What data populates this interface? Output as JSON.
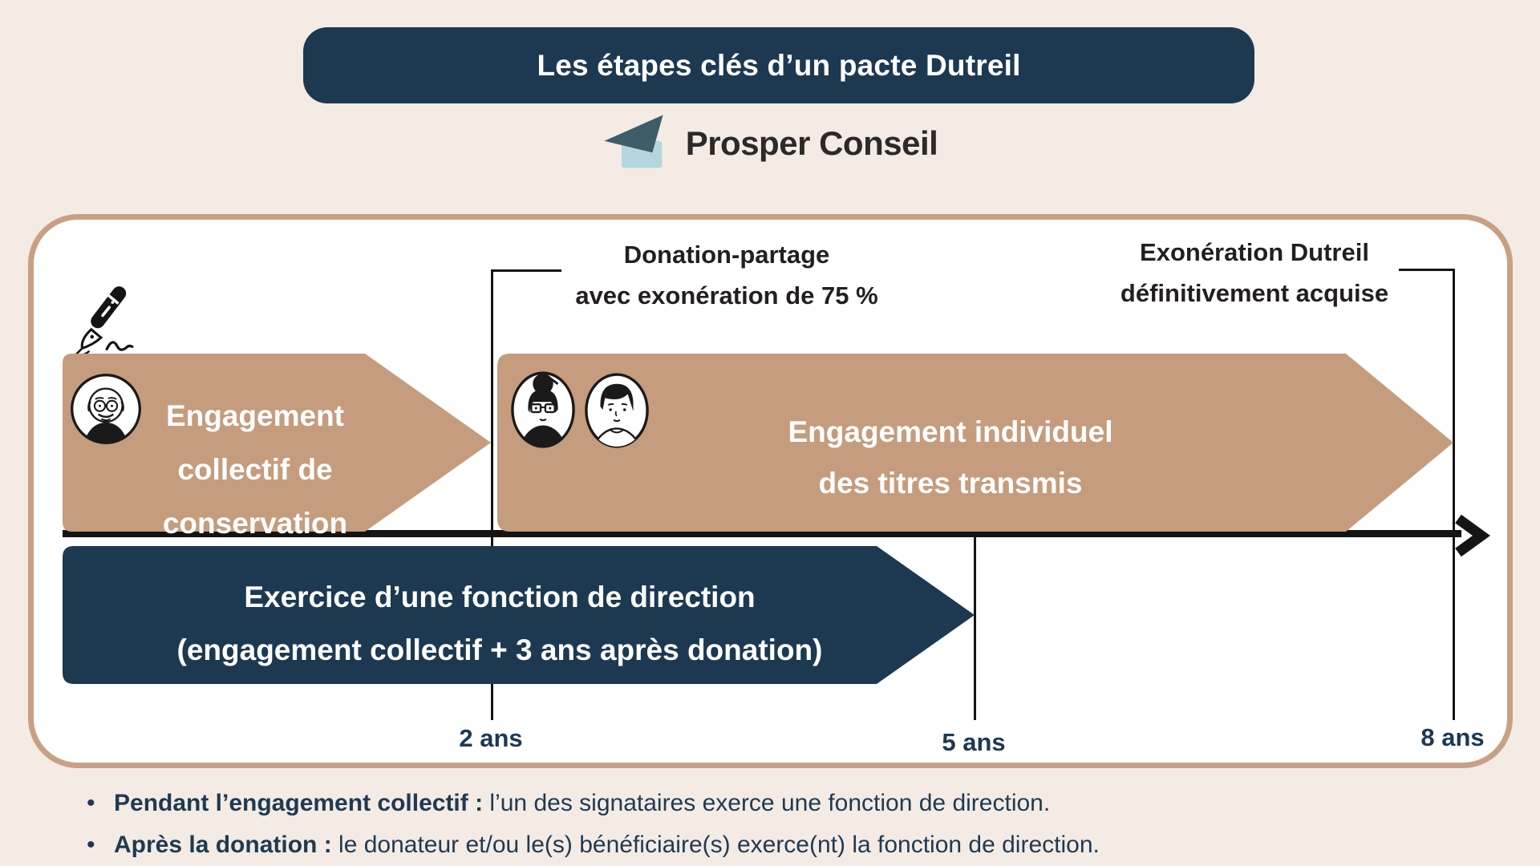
{
  "title": "Les étapes clés d’un pacte Dutreil",
  "logo": {
    "name": "Prosper Conseil"
  },
  "diagram": {
    "annotations": {
      "donation": {
        "line1": "Donation-partage",
        "line2": "avec exonération de 75 %"
      },
      "exoneration": {
        "line1": "Exonération Dutreil",
        "line2": "définitivement acquise"
      }
    },
    "arrows": {
      "collective": {
        "lines": [
          "Engagement",
          "collectif de",
          "conservation"
        ]
      },
      "individual": {
        "lines": [
          "Engagement individuel",
          "des titres transmis"
        ]
      },
      "direction": {
        "lines": [
          "Exercice d’une fonction de direction",
          "(engagement collectif + 3 ans après donation)"
        ]
      }
    },
    "timeline_labels": {
      "t2": "2 ans",
      "t5": "5 ans",
      "t8": "8 ans"
    }
  },
  "notes": [
    {
      "bold": "Pendant l’engagement collectif : ",
      "text": "l’un des signataires exerce une fonction de direction."
    },
    {
      "bold": "Après la donation : ",
      "text": "le donateur et/ou le(s) bénéficiaire(s) exerce(nt) la fonction de direction."
    }
  ],
  "icons": {
    "logo": "paper-plane-logo",
    "pen": "pen-signature",
    "avatars": [
      "grandfather",
      "mother",
      "son"
    ],
    "timeline": "arrowhead-right"
  },
  "colors": {
    "background": "#f4ebe5",
    "navy": "#1d3952",
    "tan_arrow": "#c59c7d",
    "tan_border": "#c8a184",
    "black": "#141414",
    "white": "#ffffff",
    "logo_teal": "#3f5d69",
    "logo_light_blue": "#b5d6dc"
  }
}
